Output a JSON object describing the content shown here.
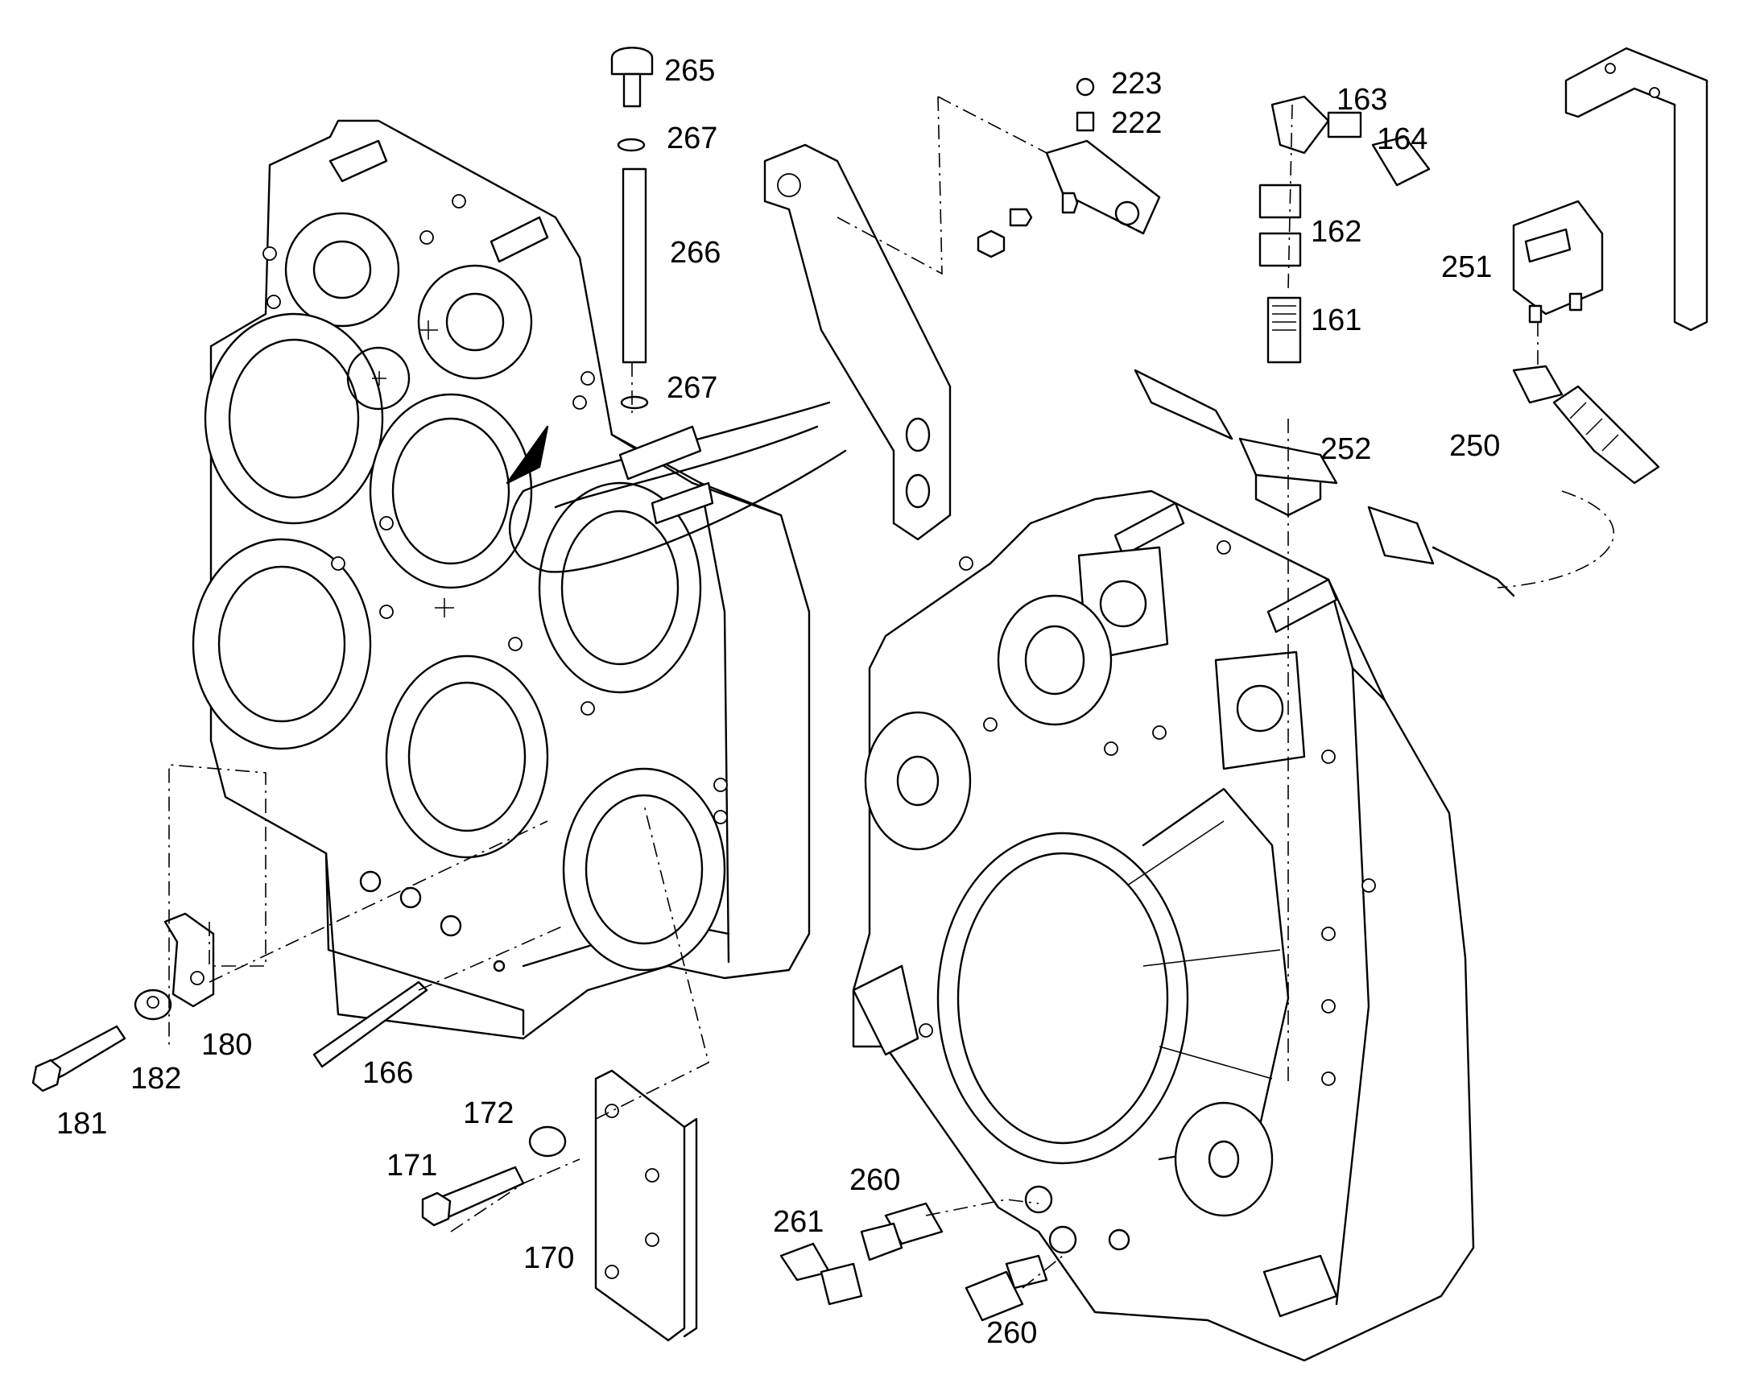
{
  "callouts": [
    {
      "id": "c265",
      "text": "265"
    },
    {
      "id": "c267a",
      "text": "267"
    },
    {
      "id": "c266",
      "text": "266"
    },
    {
      "id": "c267b",
      "text": "267"
    },
    {
      "id": "c223",
      "text": "223"
    },
    {
      "id": "c222",
      "text": "222"
    },
    {
      "id": "c163",
      "text": "163"
    },
    {
      "id": "c164",
      "text": "164"
    },
    {
      "id": "c162",
      "text": "162"
    },
    {
      "id": "c161",
      "text": "161"
    },
    {
      "id": "c251",
      "text": "251"
    },
    {
      "id": "c252",
      "text": "252"
    },
    {
      "id": "c250",
      "text": "250"
    },
    {
      "id": "c180",
      "text": "180"
    },
    {
      "id": "c182",
      "text": "182"
    },
    {
      "id": "c181",
      "text": "181"
    },
    {
      "id": "c166",
      "text": "166"
    },
    {
      "id": "c172",
      "text": "172"
    },
    {
      "id": "c171",
      "text": "171"
    },
    {
      "id": "c170",
      "text": "170"
    },
    {
      "id": "c260a",
      "text": "260"
    },
    {
      "id": "c261",
      "text": "261"
    },
    {
      "id": "c260b",
      "text": "260"
    }
  ]
}
